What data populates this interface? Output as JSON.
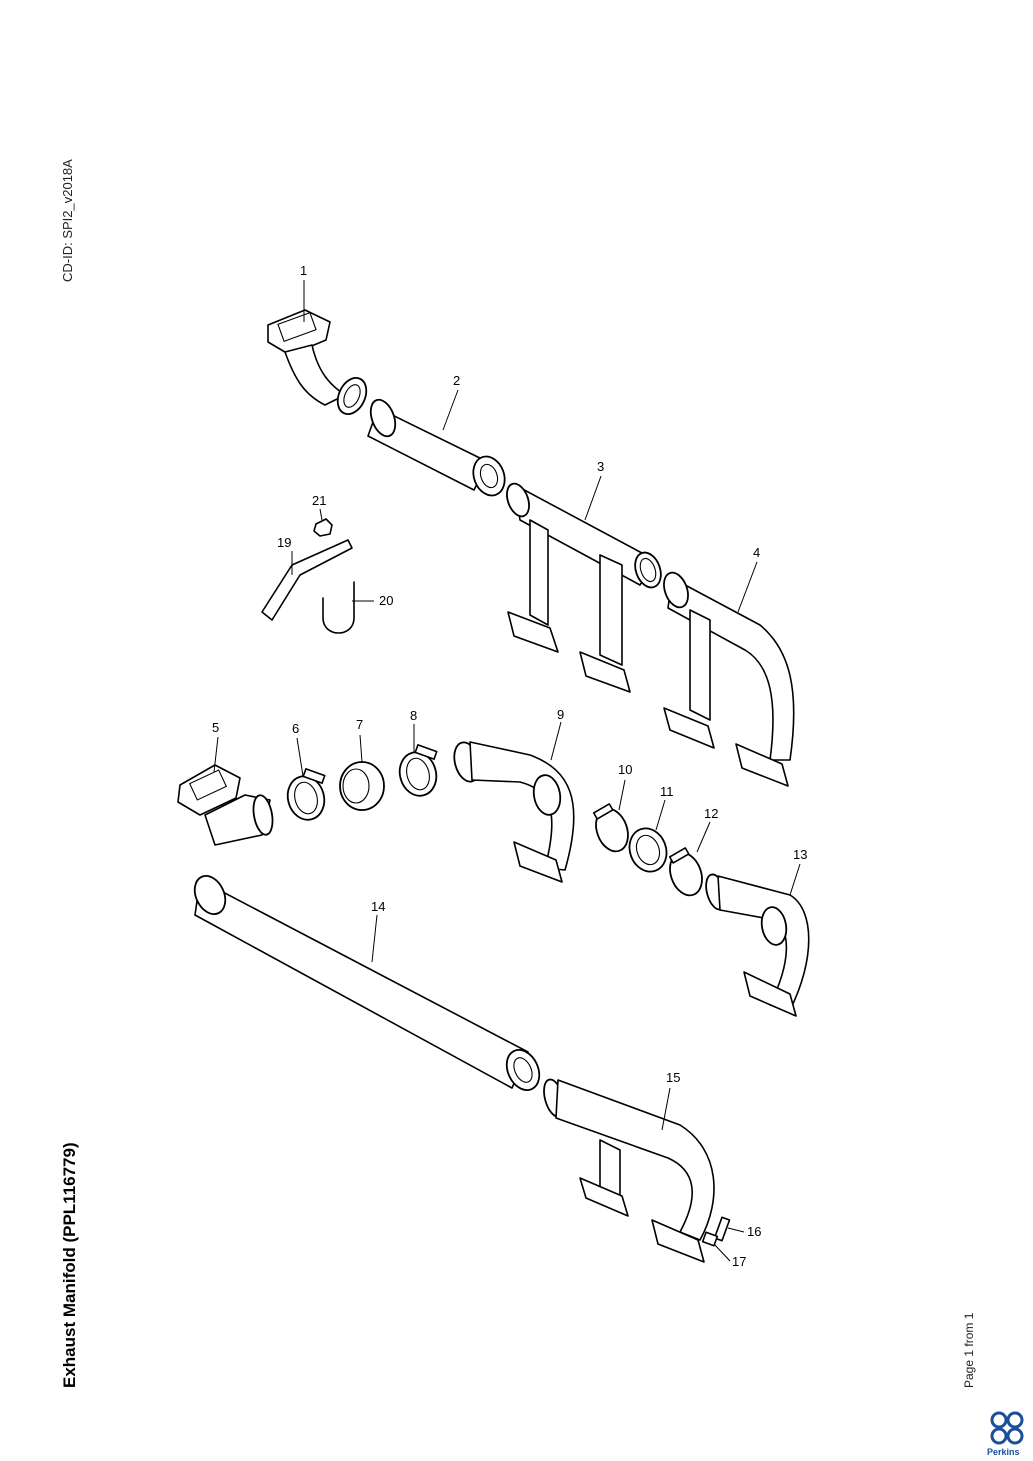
{
  "document": {
    "cd_id": "CD-ID: SPI2_v2018A",
    "title": "Exhaust Manifold (PPL116779)",
    "footer": "Page 1 from 1",
    "brand": "Perkins",
    "brand_color": "#1a4f9c"
  },
  "callouts": [
    "1",
    "2",
    "3",
    "4",
    "5",
    "6",
    "7",
    "8",
    "9",
    "10",
    "11",
    "12",
    "13",
    "14",
    "15",
    "16",
    "17",
    "19",
    "20",
    "21"
  ]
}
